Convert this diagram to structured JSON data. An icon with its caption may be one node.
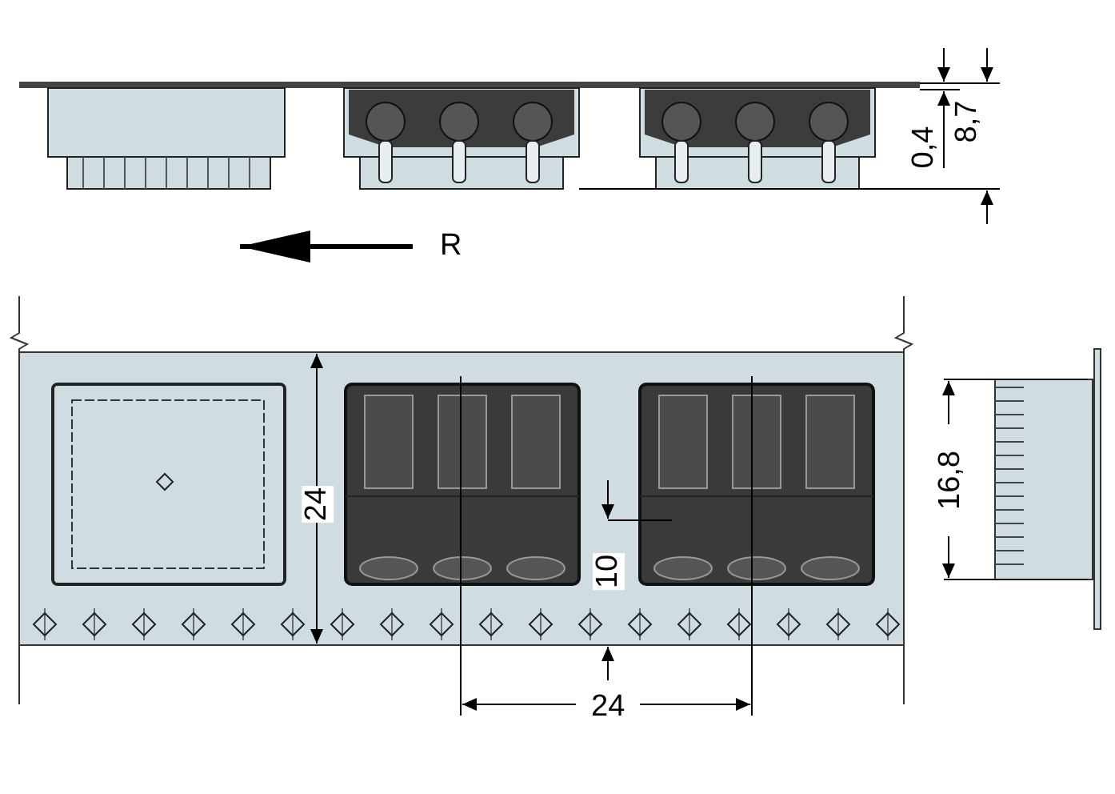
{
  "diagram": {
    "labels": [
      "0,4",
      "8,7",
      "R",
      "24",
      "10",
      "16,8",
      "24"
    ]
  }
}
